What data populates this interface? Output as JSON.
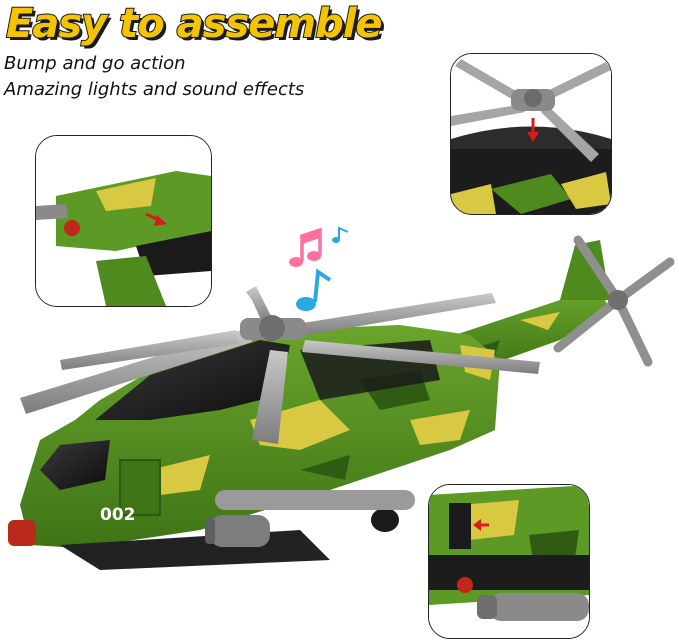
{
  "headline": "Easy to assemble",
  "features": [
    "Bump and go action",
    "Amazing lights and sound effects"
  ],
  "model_number": "002",
  "colors": {
    "headline_fill": "#f4c400",
    "headline_outline": "#1a1a1a",
    "camo_green": "#4f8a1f",
    "camo_yellow": "#d8c842",
    "rotor_gray": "#9a9a9a",
    "note_pink": "#ff6fa0",
    "note_blue": "#29a9e0",
    "arrow_red": "#d81b1b"
  },
  "icons": [
    "music-note-icon",
    "music-note-icon",
    "red-arrow-icon"
  ]
}
